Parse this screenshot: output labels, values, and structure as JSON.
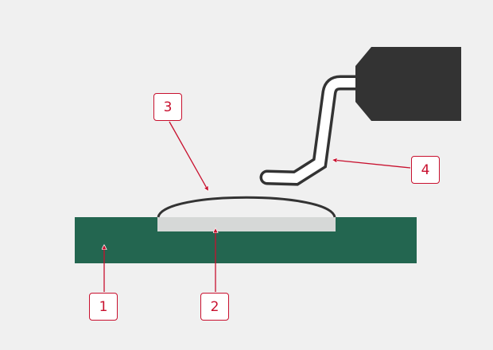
{
  "colors": {
    "board": "#236650",
    "pad": "#d6d8d7",
    "outline": "#333333",
    "accent": "#c8102e",
    "background": "#f0f0f0"
  },
  "callouts": [
    {
      "number": "1",
      "target": "circuit-board"
    },
    {
      "number": "2",
      "target": "solder-pad"
    },
    {
      "number": "3",
      "target": "solder-joint"
    },
    {
      "number": "4",
      "target": "soldering-iron-tip"
    }
  ]
}
